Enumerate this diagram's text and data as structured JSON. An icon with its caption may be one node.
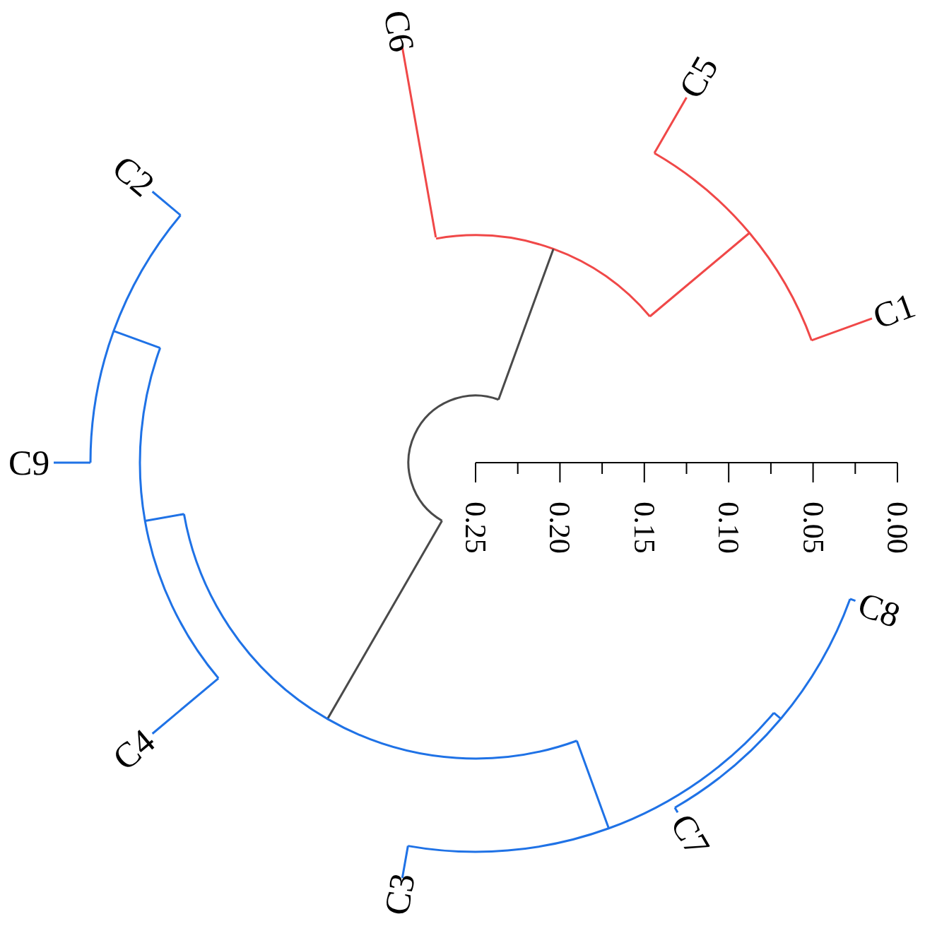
{
  "diagram": {
    "labels": [
      "C6",
      "C5",
      "C2",
      "C1",
      "C9",
      "0.25",
      "0.20",
      "0.15",
      "0.10",
      "0.05",
      "0.00",
      "C8",
      "C4",
      "C7",
      "C3"
    ]
  }
}
